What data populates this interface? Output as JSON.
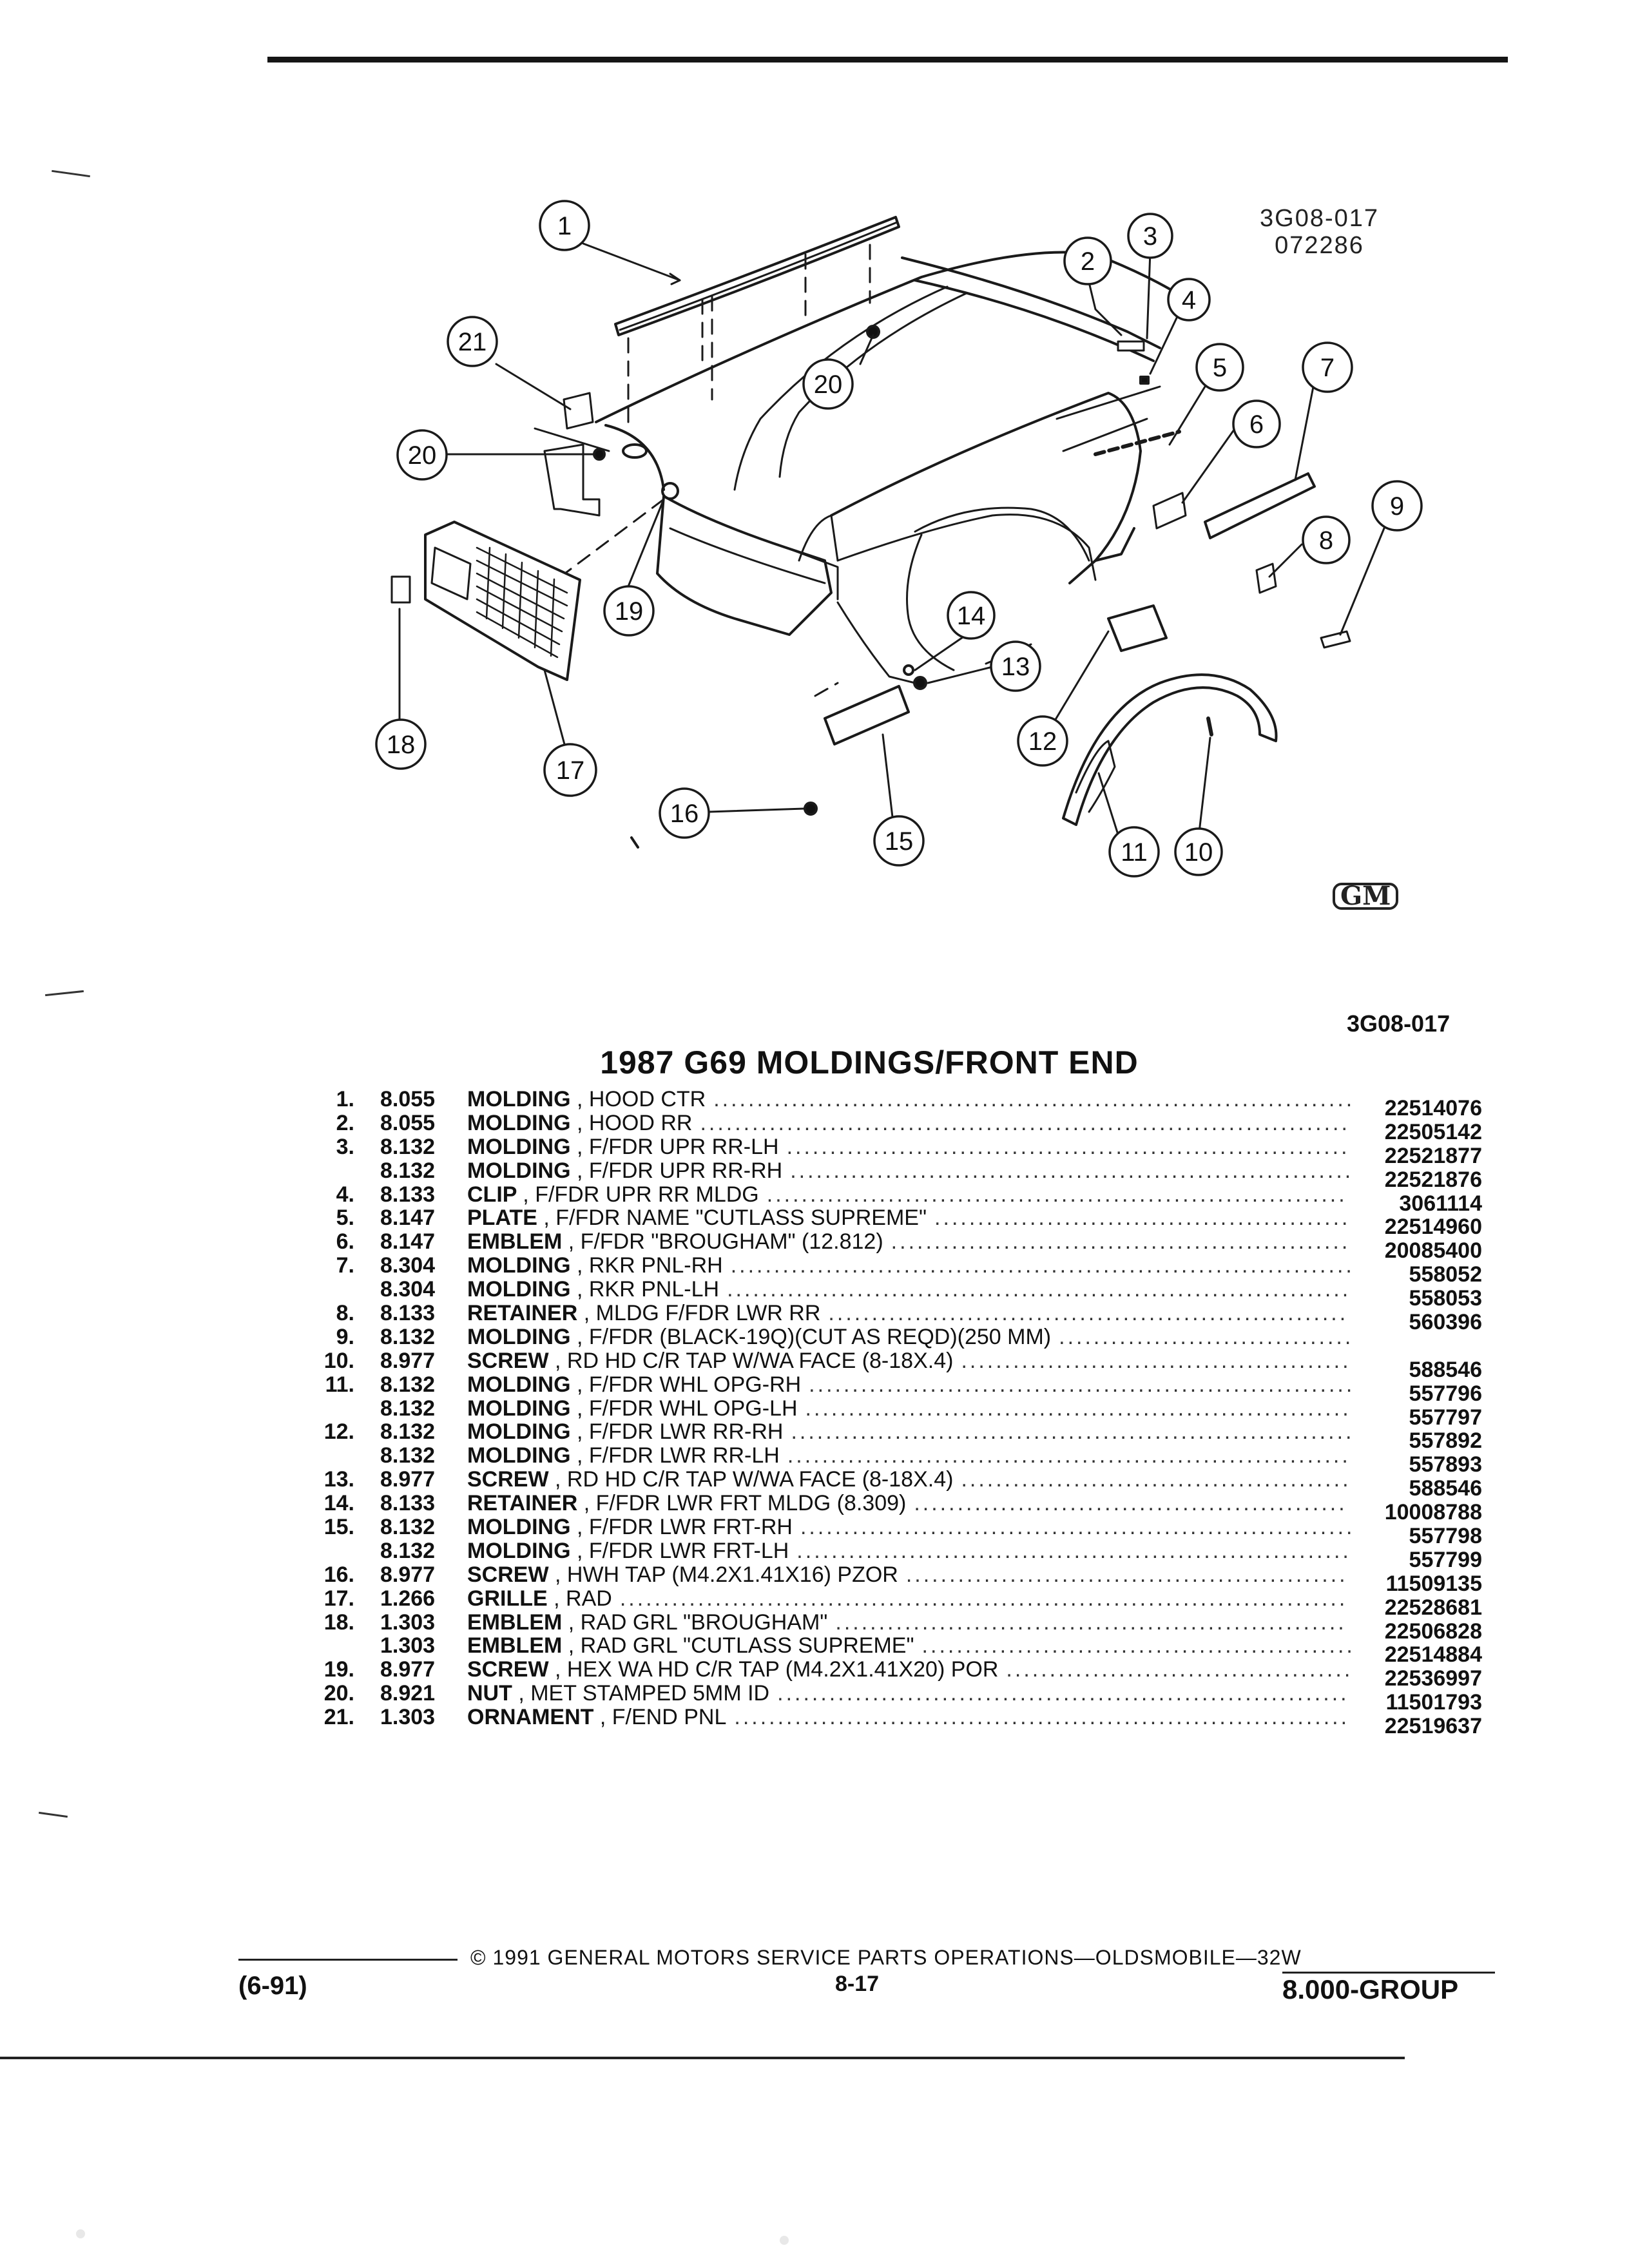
{
  "drawing": {
    "code_line1": "3G08-017",
    "code_line2": "072286",
    "gm_logo": "GM",
    "callouts": [
      "1",
      "2",
      "3",
      "4",
      "5",
      "6",
      "7",
      "8",
      "9",
      "10",
      "11",
      "12",
      "13",
      "14",
      "15",
      "16",
      "17",
      "18",
      "19",
      "20",
      "20",
      "21"
    ]
  },
  "section_code": "3G08-017",
  "title": "1987 G69 MOLDINGS/FRONT END",
  "parts": [
    {
      "num": "1.",
      "group": "8.055",
      "name": "MOLDING",
      "desc": ", HOOD CTR",
      "part_no": "22514076"
    },
    {
      "num": "2.",
      "group": "8.055",
      "name": "MOLDING",
      "desc": ", HOOD RR",
      "part_no": "22505142"
    },
    {
      "num": "3.",
      "group": "8.132",
      "name": "MOLDING",
      "desc": ", F/FDR UPR RR-LH",
      "part_no": "22521877"
    },
    {
      "num": "",
      "group": "8.132",
      "name": "MOLDING",
      "desc": ", F/FDR UPR RR-RH",
      "part_no": "22521876"
    },
    {
      "num": "4.",
      "group": "8.133",
      "name": "CLIP",
      "desc": ", F/FDR UPR RR MLDG",
      "part_no": "3061114"
    },
    {
      "num": "5.",
      "group": "8.147",
      "name": "PLATE",
      "desc": ", F/FDR NAME \"CUTLASS SUPREME\"",
      "part_no": "22514960"
    },
    {
      "num": "6.",
      "group": "8.147",
      "name": "EMBLEM",
      "desc": ", F/FDR \"BROUGHAM\" (12.812)",
      "part_no": "20085400"
    },
    {
      "num": "7.",
      "group": "8.304",
      "name": "MOLDING",
      "desc": ", RKR PNL-RH",
      "part_no": "558052"
    },
    {
      "num": "",
      "group": "8.304",
      "name": "MOLDING",
      "desc": ", RKR PNL-LH",
      "part_no": "558053"
    },
    {
      "num": "8.",
      "group": "8.133",
      "name": "RETAINER",
      "desc": ", MLDG F/FDR LWR RR",
      "part_no": "560396"
    },
    {
      "num": "9.",
      "group": "8.132",
      "name": "MOLDING",
      "desc": ", F/FDR (BLACK-19Q)(CUT AS REQD)(250 MM)",
      "part_no": ""
    },
    {
      "num": "10.",
      "group": "8.977",
      "name": "SCREW",
      "desc": ", RD HD C/R TAP W/WA FACE (8-18X.4)",
      "part_no": "588546"
    },
    {
      "num": "11.",
      "group": "8.132",
      "name": "MOLDING",
      "desc": ", F/FDR WHL OPG-RH",
      "part_no": "557796"
    },
    {
      "num": "",
      "group": "8.132",
      "name": "MOLDING",
      "desc": ", F/FDR WHL OPG-LH",
      "part_no": "557797"
    },
    {
      "num": "12.",
      "group": "8.132",
      "name": "MOLDING",
      "desc": ", F/FDR LWR RR-RH",
      "part_no": "557892"
    },
    {
      "num": "",
      "group": "8.132",
      "name": "MOLDING",
      "desc": ", F/FDR LWR RR-LH",
      "part_no": "557893"
    },
    {
      "num": "13.",
      "group": "8.977",
      "name": "SCREW",
      "desc": ", RD HD C/R TAP W/WA FACE (8-18X.4)",
      "part_no": "588546"
    },
    {
      "num": "14.",
      "group": "8.133",
      "name": "RETAINER",
      "desc": ", F/FDR LWR FRT MLDG (8.309)",
      "part_no": "10008788"
    },
    {
      "num": "15.",
      "group": "8.132",
      "name": "MOLDING",
      "desc": ", F/FDR LWR FRT-RH",
      "part_no": "557798"
    },
    {
      "num": "",
      "group": "8.132",
      "name": "MOLDING",
      "desc": ", F/FDR LWR FRT-LH",
      "part_no": "557799"
    },
    {
      "num": "16.",
      "group": "8.977",
      "name": "SCREW",
      "desc": ", HWH TAP (M4.2X1.41X16) PZOR",
      "part_no": "11509135"
    },
    {
      "num": "17.",
      "group": "1.266",
      "name": "GRILLE",
      "desc": ", RAD",
      "part_no": "22528681"
    },
    {
      "num": "18.",
      "group": "1.303",
      "name": "EMBLEM",
      "desc": ", RAD GRL \"BROUGHAM\"",
      "part_no": "22506828"
    },
    {
      "num": "",
      "group": "1.303",
      "name": "EMBLEM",
      "desc": ", RAD GRL \"CUTLASS SUPREME\"",
      "part_no": "22514884"
    },
    {
      "num": "19.",
      "group": "8.977",
      "name": "SCREW",
      "desc": ", HEX WA HD C/R TAP (M4.2X1.41X20) POR",
      "part_no": "22536997"
    },
    {
      "num": "20.",
      "group": "8.921",
      "name": "NUT",
      "desc": ", MET STAMPED 5MM ID",
      "part_no": "11501793"
    },
    {
      "num": "21.",
      "group": "1.303",
      "name": "ORNAMENT",
      "desc": ", F/END PNL",
      "part_no": "22519637"
    }
  ],
  "footer": {
    "date": "(6-91)",
    "copyright": "© 1991 GENERAL MOTORS SERVICE PARTS OPERATIONS—OLDSMOBILE—32W",
    "page": "8-17",
    "group": "8.000-GROUP"
  }
}
